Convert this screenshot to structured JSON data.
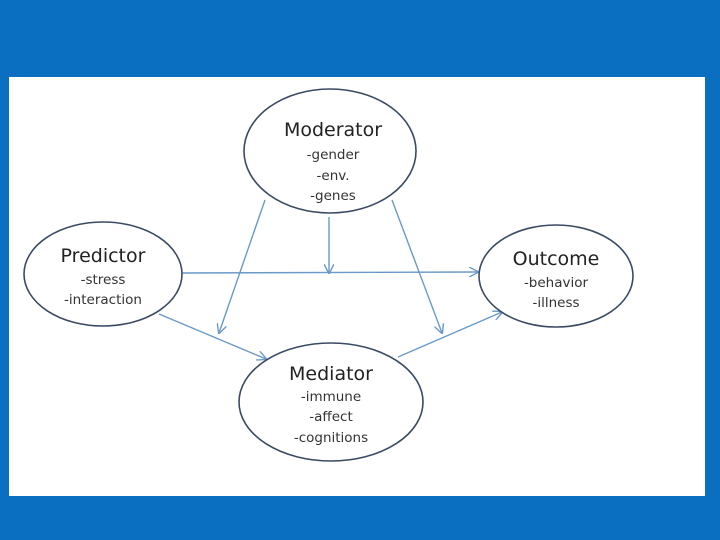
{
  "colors": {
    "background": "#0a6fc0",
    "panel": "#ffffff",
    "node_stroke": "#3b4a63",
    "arrow": "#6a9ac8"
  },
  "nodes": {
    "moderator": {
      "title": "Moderator",
      "items": [
        "-gender",
        "-env.",
        "-genes"
      ]
    },
    "predictor": {
      "title": "Predictor",
      "items": [
        "-stress",
        "-interaction"
      ]
    },
    "outcome": {
      "title": "Outcome",
      "items": [
        "-behavior",
        "-illness"
      ]
    },
    "mediator": {
      "title": "Mediator",
      "items": [
        "-immune",
        "-affect",
        "-cognitions"
      ]
    }
  }
}
